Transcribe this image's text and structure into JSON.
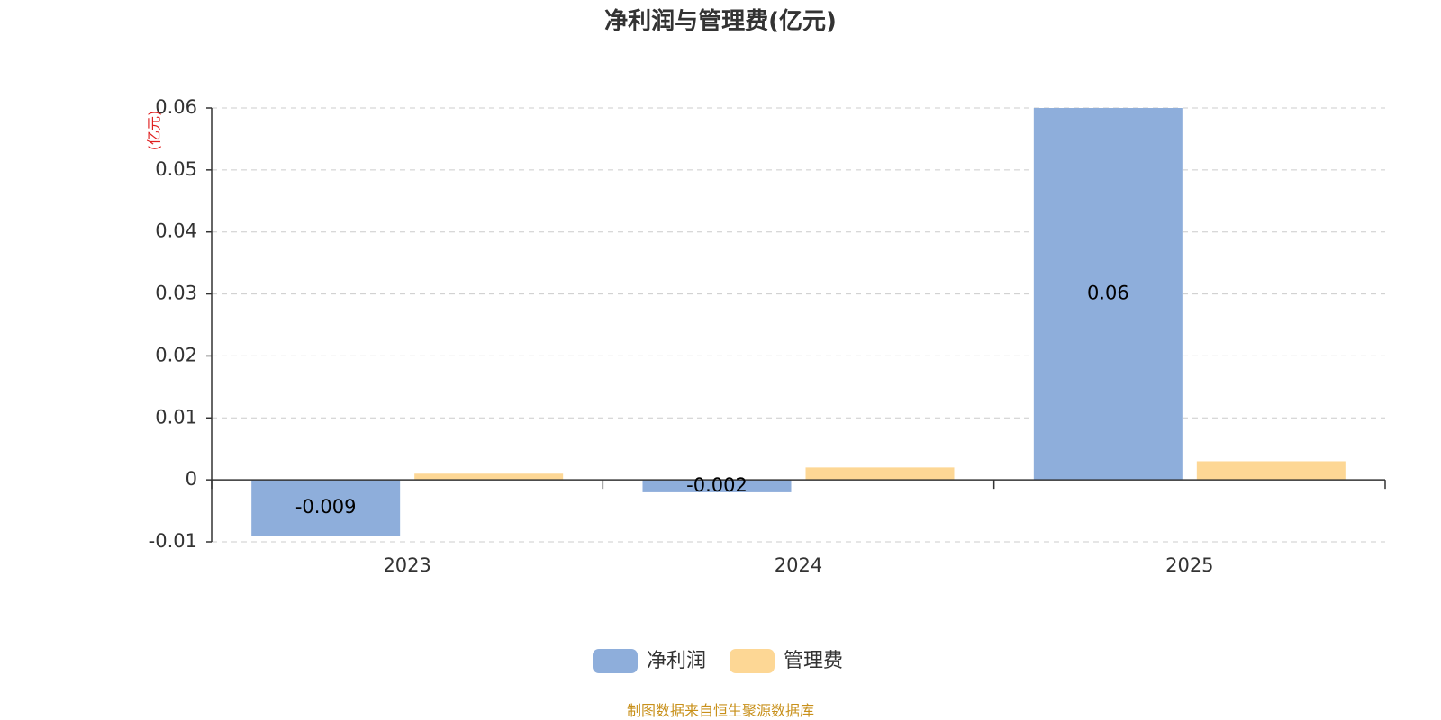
{
  "chart_data": {
    "type": "bar",
    "title": "净利润与管理费(亿元)",
    "ylabel": "(亿元)",
    "categories": [
      "2023",
      "2024",
      "2025"
    ],
    "series": [
      {
        "name": "净利润",
        "values": [
          -0.009,
          -0.002,
          0.06
        ],
        "labels": [
          "-0.009",
          "-0.002",
          "0.06"
        ],
        "color": "#8eaedb"
      },
      {
        "name": "管理费",
        "values": [
          0.001,
          0.002,
          0.003
        ],
        "color": "#fdd795"
      }
    ],
    "ylim": [
      -0.01,
      0.06
    ],
    "yticks": [
      "-0.01",
      "0",
      "0.01",
      "0.02",
      "0.03",
      "0.04",
      "0.05",
      "0.06"
    ],
    "grid": true,
    "legend_position": "bottom-center"
  },
  "source": "制图数据来自恒生聚源数据库"
}
